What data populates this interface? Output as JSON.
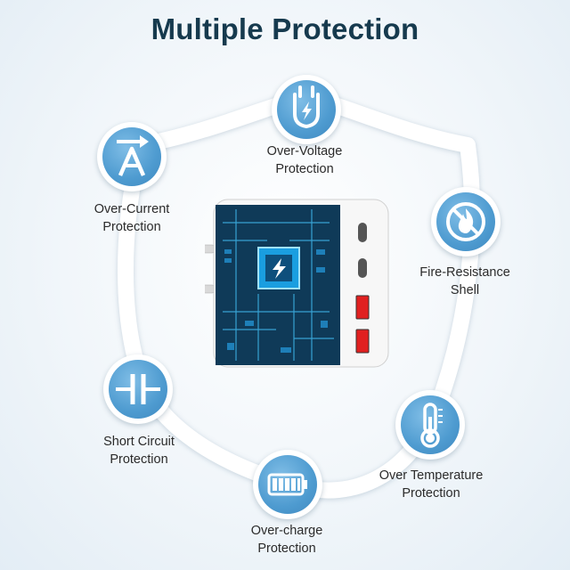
{
  "title": "Multiple Protection",
  "features": {
    "over_voltage": {
      "line1": "Over-Voltage",
      "line2": "Protection",
      "icon": "plug-bolt-icon"
    },
    "over_current": {
      "line1": "Over-Current",
      "line2": "Protection",
      "icon": "ampere-arrow-icon"
    },
    "fire_resistance": {
      "line1": "Fire-Resistance",
      "line2": "Shell",
      "icon": "no-fire-icon"
    },
    "short_circuit": {
      "line1": "Short Circuit",
      "line2": "Protection",
      "icon": "capacitor-icon"
    },
    "over_temperature": {
      "line1": "Over Temperature",
      "line2": "Protection",
      "icon": "thermometer-icon"
    },
    "over_charge": {
      "line1": "Over-charge",
      "line2": "Protection",
      "icon": "battery-icon"
    }
  },
  "colors": {
    "title": "#163a4e",
    "badge": "#4e9bd0",
    "shield": "#ffffff",
    "circuit": "#1b6fa3"
  }
}
